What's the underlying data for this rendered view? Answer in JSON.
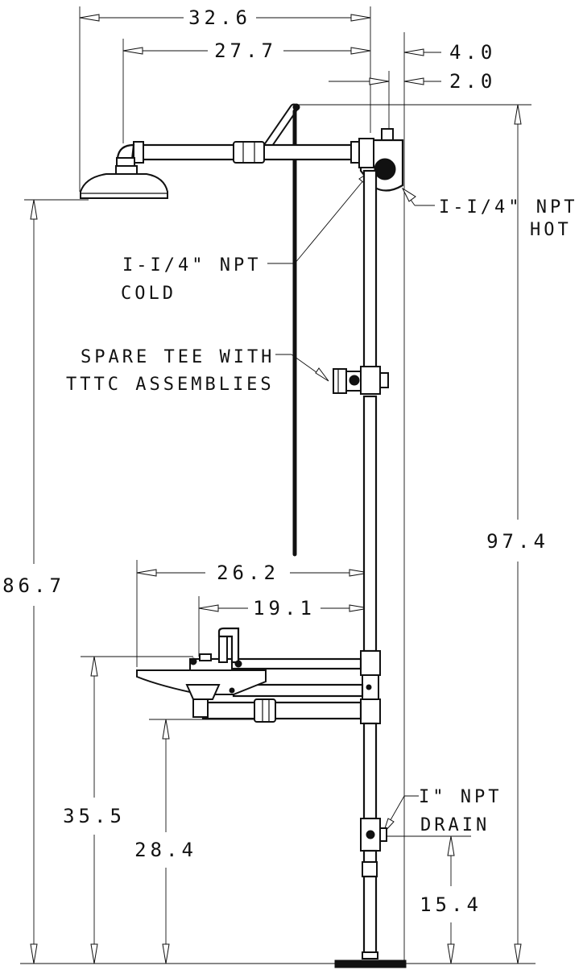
{
  "dimensions": {
    "shower_arm_overall": "32.6",
    "shower_arm_to_head": "27.7",
    "offset_outer": "4.0",
    "offset_inner": "2.0",
    "showerhead_height": "86.7",
    "overall_height": "97.4",
    "bowl_overall": "26.2",
    "bowl_center": "19.1",
    "bowl_rim_height": "35.5",
    "bowl_bottom_height": "28.4",
    "drain_height": "15.4"
  },
  "callouts": {
    "hot_supply": [
      "I-I/4\" NPT",
      "HOT"
    ],
    "cold_supply": [
      "I-I/4\" NPT",
      "COLD"
    ],
    "spare_tee": [
      "SPARE TEE WITH",
      "TTTC ASSEMBLIES"
    ],
    "drain": [
      "I\" NPT",
      "DRAIN"
    ]
  }
}
